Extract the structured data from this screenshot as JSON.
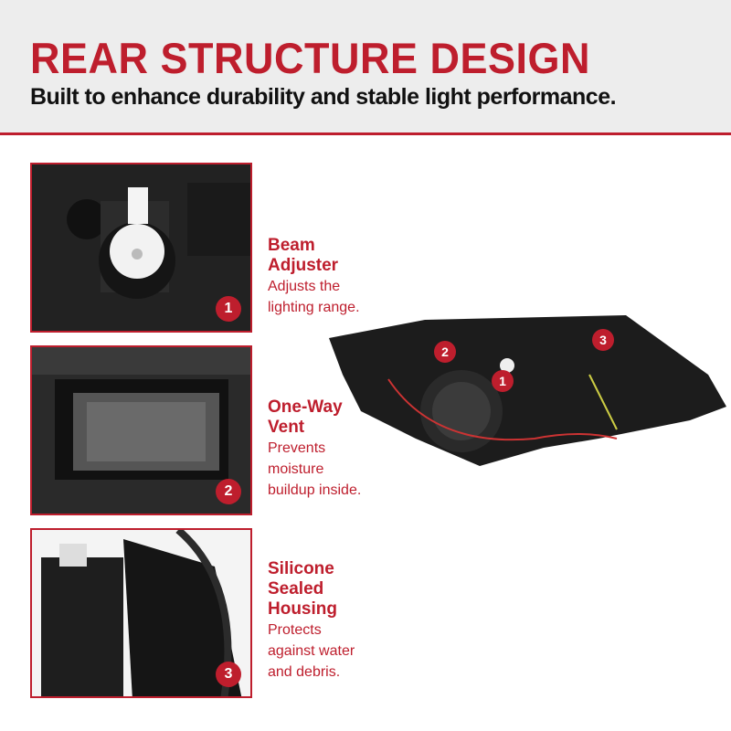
{
  "header": {
    "title": "REAR STRUCTURE DESIGN",
    "subtitle": "Built to enhance durability and stable light performance."
  },
  "features": [
    {
      "number": "1",
      "title_lines": [
        "Beam",
        "Adjuster"
      ],
      "description_lines": [
        "Adjusts the",
        "lighting range."
      ]
    },
    {
      "number": "2",
      "title_lines": [
        "One-Way",
        "Vent"
      ],
      "description_lines": [
        "Prevents",
        "moisture",
        "buildup inside."
      ]
    },
    {
      "number": "3",
      "title_lines": [
        "Silicone",
        "Sealed",
        "Housing"
      ],
      "description_lines": [
        "Protects",
        "against water",
        "and debris."
      ]
    }
  ],
  "colors": {
    "accent": "#be1e2d",
    "header_bg": "#ededed"
  }
}
